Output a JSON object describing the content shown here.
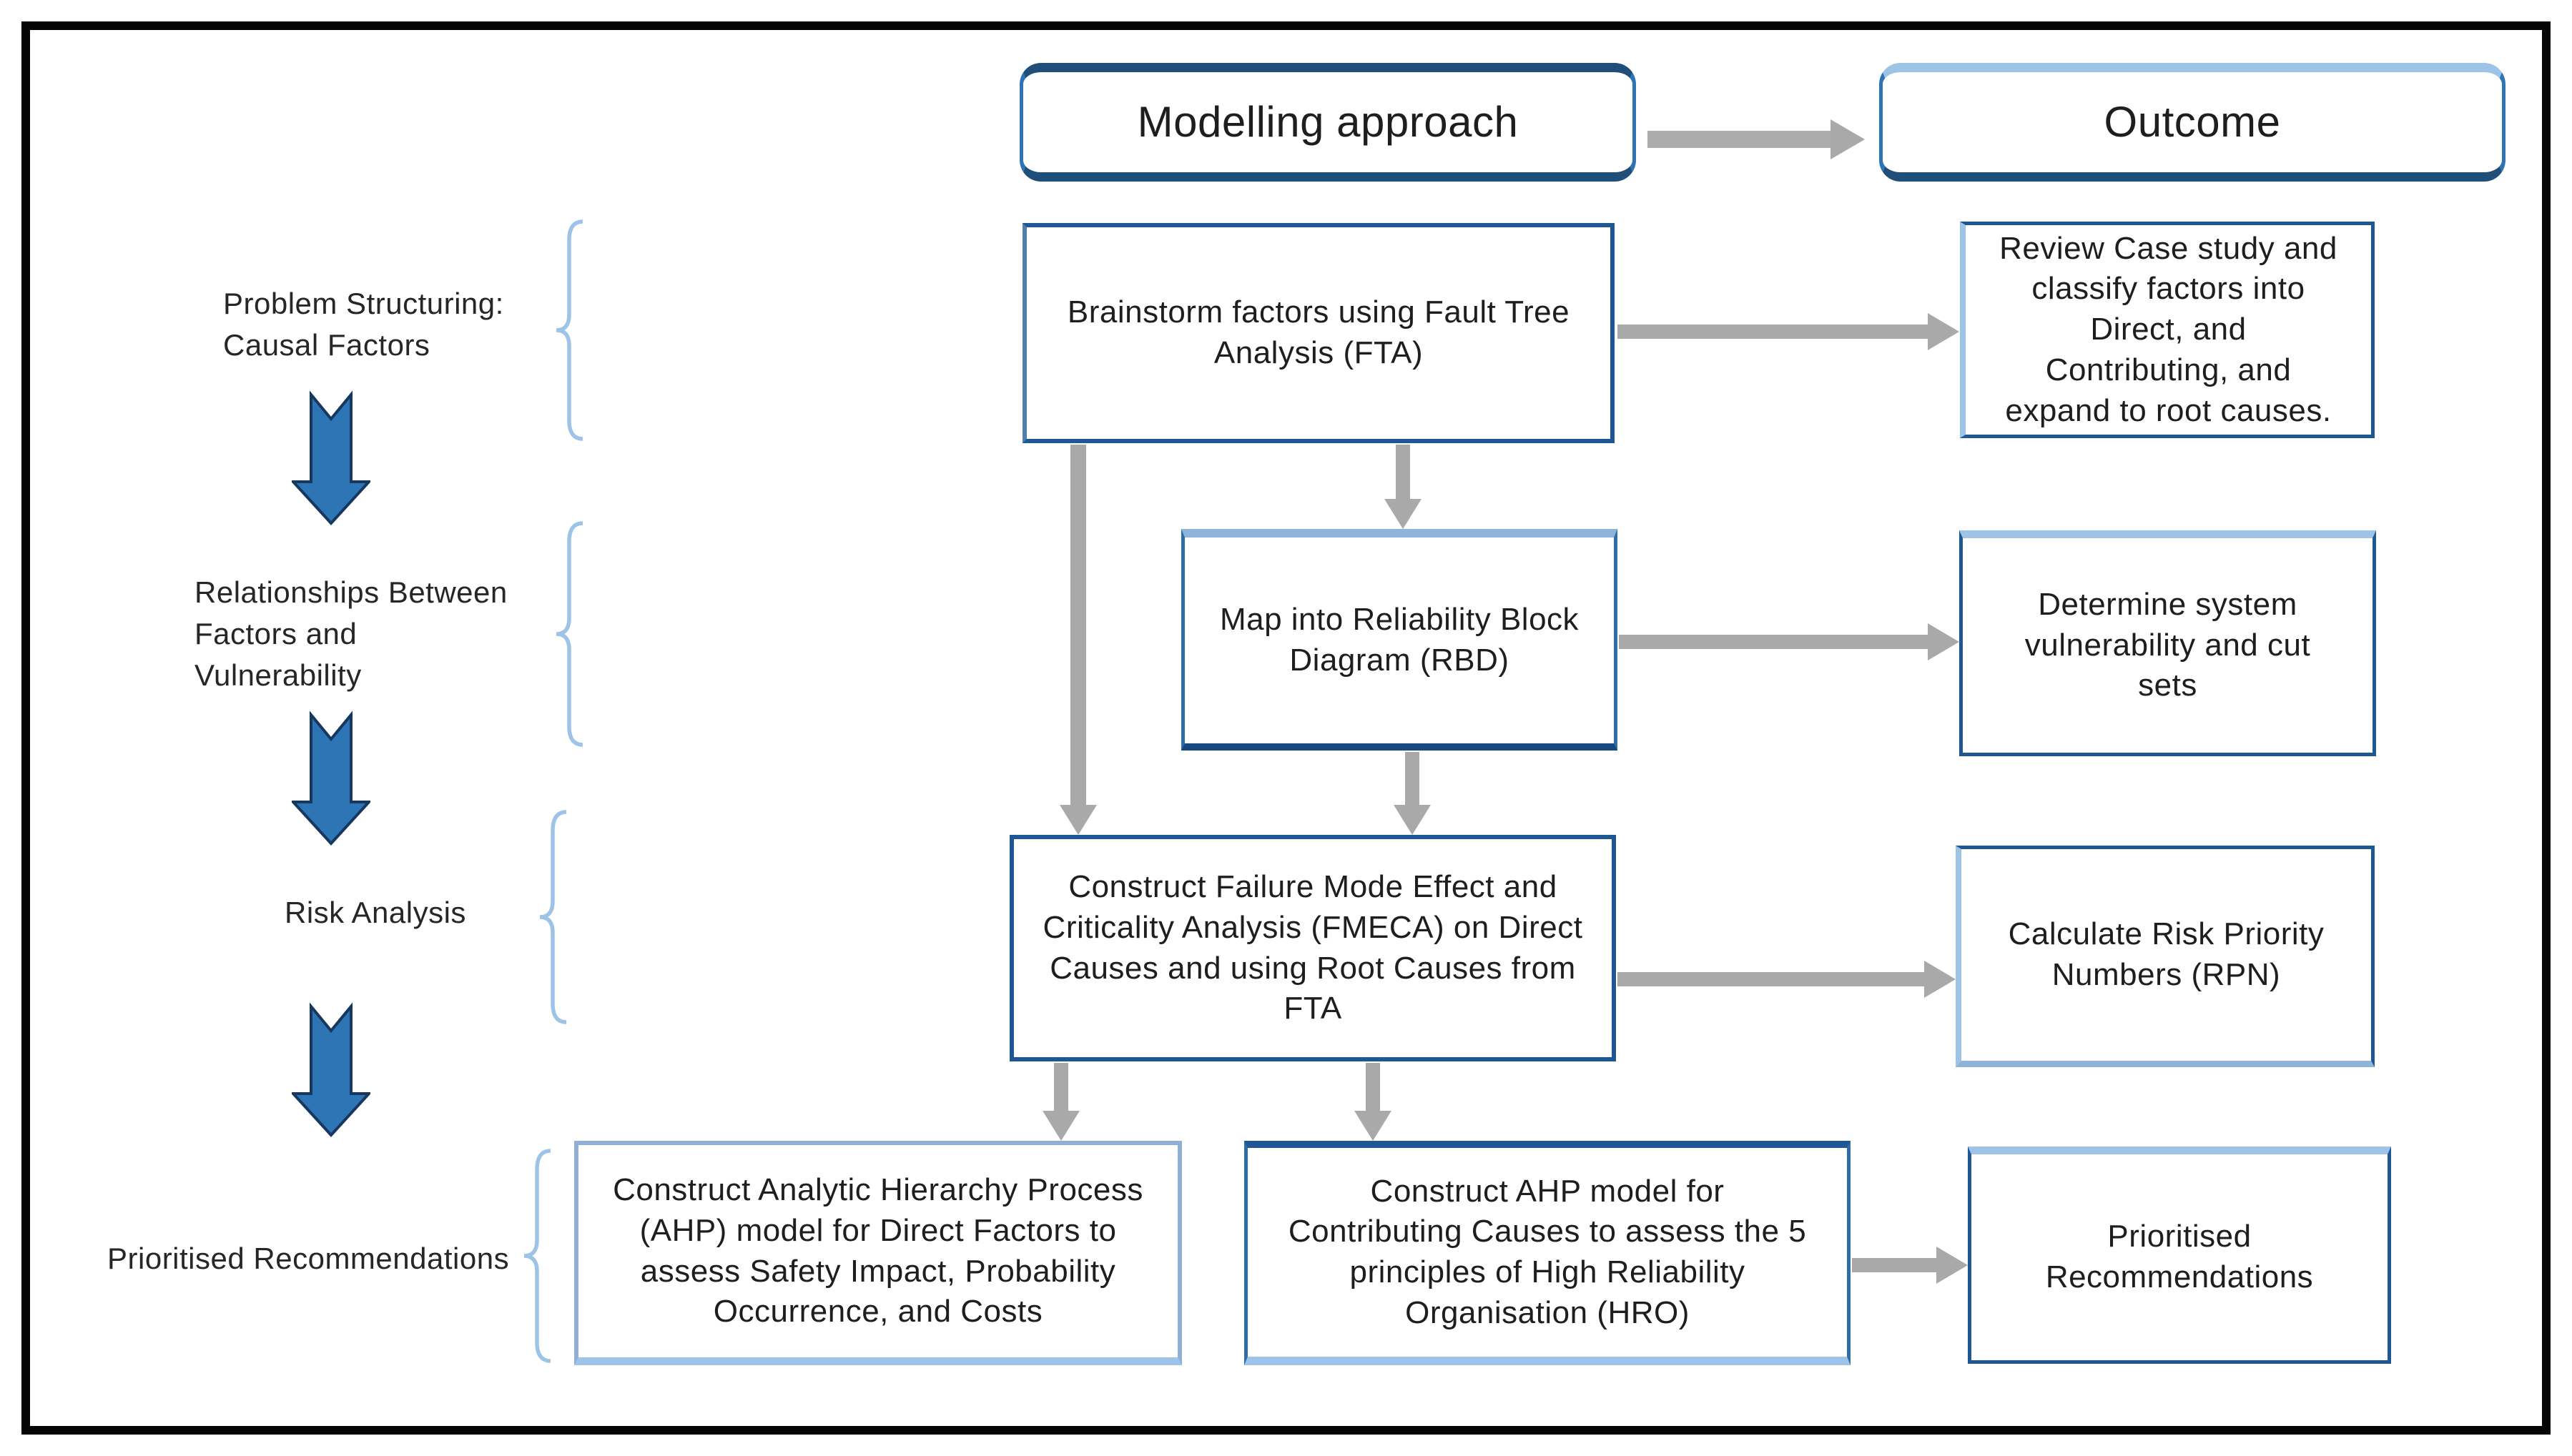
{
  "headers": {
    "modelling": "Modelling approach",
    "outcome": "Outcome"
  },
  "stage_labels": [
    {
      "id": "problem-structuring",
      "text": "Problem Structuring:\nCausal Factors"
    },
    {
      "id": "relationships",
      "text": "Relationships Between\nFactors and\nVulnerability"
    },
    {
      "id": "risk-analysis",
      "text": "Risk Analysis"
    },
    {
      "id": "prioritised-recommendations",
      "text": "Prioritised Recommendations"
    }
  ],
  "process_boxes": [
    {
      "id": "fta",
      "text": "Brainstorm factors using Fault Tree\nAnalysis (FTA)"
    },
    {
      "id": "rbd",
      "text": "Map into Reliability  Block\nDiagram (RBD)"
    },
    {
      "id": "fmeca",
      "text": "Construct Failure Mode  Effect and\nCriticality Analysis (FMECA) on Direct\nCauses and using Root Causes from\nFTA"
    },
    {
      "id": "ahp-direct",
      "text": "Construct Analytic  Hierarchy Process\n(AHP) model for Direct Factors to\nassess Safety Impact,  Probability\nOccurrence, and Costs"
    },
    {
      "id": "ahp-contributing",
      "text": "Construct AHP model for\nContributing  Causes to assess the 5\nprinciples of High Reliability\nOrganisation (HRO)"
    }
  ],
  "outcome_boxes": [
    {
      "id": "review-classify",
      "text": "Review Case study and\nclassify factors into\nDirect, and\nContributing,  and\nexpand to root causes."
    },
    {
      "id": "vulnerability-cut-sets",
      "text": "Determine system\nvulnerability  and cut\nsets"
    },
    {
      "id": "risk-priority-numbers",
      "text": "Calculate Risk Priority\nNumbers (RPN)"
    },
    {
      "id": "prioritised-recommendations",
      "text": "Prioritised\nRecommendations"
    }
  ],
  "colors": {
    "box_border_dark": "#1f5795",
    "box_border_medium": "#2e74b5",
    "box_border_light": "#9dc3e6",
    "block_arrow_fill": "#2e75b6",
    "block_arrow_outline": "#17375e",
    "gray_arrow": "#a9a9a9",
    "brace": "#9dc3e6",
    "frame": "#050505",
    "text": "#1e1e1e"
  }
}
